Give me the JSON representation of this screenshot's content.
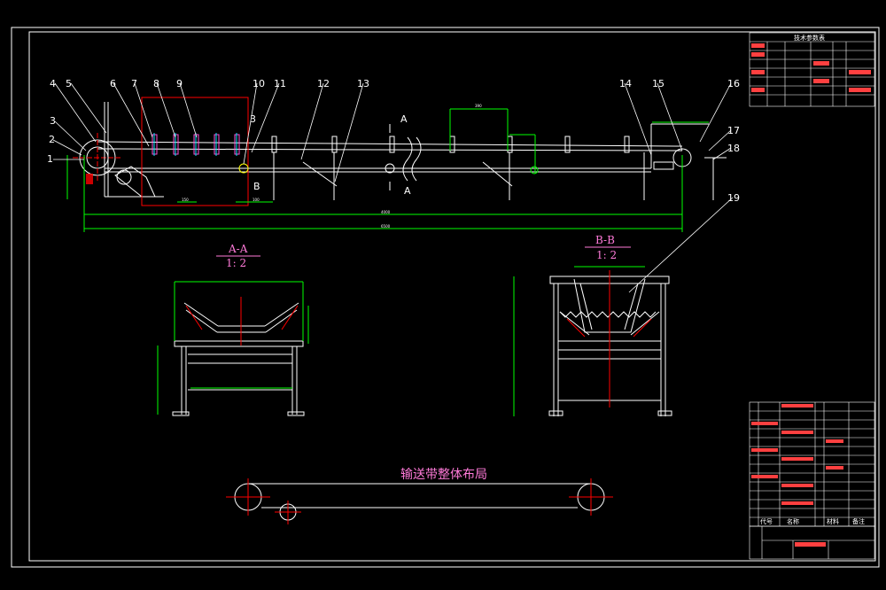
{
  "drawing": {
    "part_labels": [
      "1",
      "2",
      "3",
      "4",
      "5",
      "6",
      "7",
      "8",
      "9",
      "10",
      "11",
      "12",
      "13",
      "14",
      "15",
      "16",
      "17",
      "18",
      "19"
    ],
    "section_a_title": "A-A",
    "section_a_scale": "1: 2",
    "section_b_title": "B-B",
    "section_b_scale": "1: 2",
    "cut_mark_a": "A",
    "cut_mark_b": "B",
    "cut_mark_3": "3",
    "layout_title": "输送带整体布局"
  },
  "title_block": {
    "parts_header": [
      "代号",
      "名称",
      "材料",
      "备注"
    ],
    "spec_header": "技术参数表"
  },
  "colors": {
    "background": "#000000",
    "frame": "#ffffff",
    "dimension": "#00ff00",
    "centerline": "#ff0000",
    "highlight": "#ff00ff",
    "idler": "#00ffff"
  }
}
